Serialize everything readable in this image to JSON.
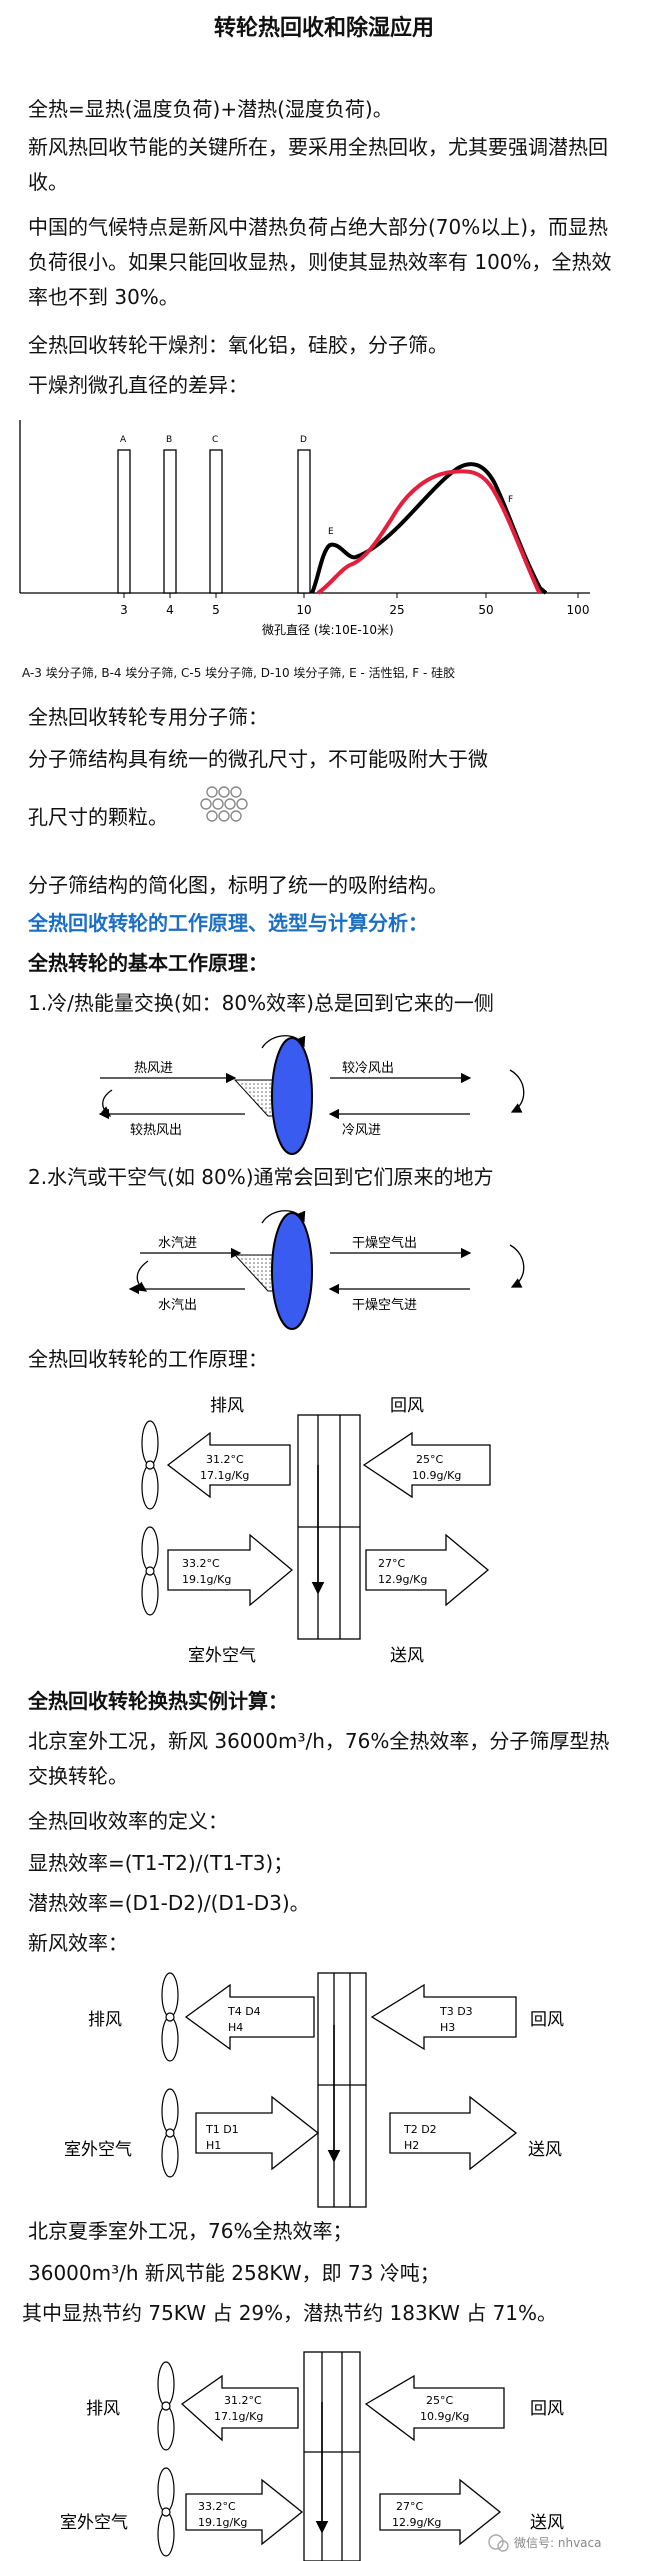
{
  "title": "转轮热回收和除湿应用",
  "paragraphs": {
    "p1": "全热=显热(温度负荷)+潜热(湿度负荷)。",
    "p2": "新风热回收节能的关键所在，要采用全热回收，尤其要强调潜热回收。",
    "p3": "中国的气候特点是新风中潜热负荷占绝大部分(70%以上)，而显热负荷很小。如果只能回收显热，则使其显热效率有 100%，全热效率也不到 30%。",
    "p4": "全热回收转轮干燥剂：氧化铝，硅胶，分子筛。",
    "p5": "干燥剂微孔直径的差异：",
    "p6": "全热回收转轮专用分子筛：",
    "p7a": "分子筛结构具有统一的微孔尺寸，不可能吸附大于微",
    "p7b": "孔尺寸的颗粒。",
    "p8": "分子筛结构的简化图，标明了统一的吸附结构。",
    "h1": "全热回收转轮的工作原理、选型与计算分析：",
    "h2": "全热转轮的基本工作原理：",
    "p9": "1.冷/热能量交换(如：80%效率)总是回到它来的一侧",
    "p10": "2.水汽或干空气(如 80%)通常会回到它们原来的地方",
    "p11": "全热回收转轮的工作原理：",
    "h3": "全热回收转轮换热实例计算：",
    "p12": "北京室外工况，新风 36000m³/h，76%全热效率，分子筛厚型热交换转轮。",
    "p13": "全热回收效率的定义：",
    "p14": "显热效率=(T1-T2)/(T1-T3)；",
    "p15": "潜热效率=(D1-D2)/(D1-D3)。",
    "p16": "新风效率：",
    "p17": "北京夏季室外工况，76%全热效率；",
    "p18": "36000m³/h 新风节能 258KW，即 73 冷吨；",
    "p19": "其中显热节约 75KW 占 29%，潜热节约 183KW 占 71%。"
  },
  "chart": {
    "bar_labels": [
      "A",
      "B",
      "C",
      "D"
    ],
    "curve_labels": [
      "E",
      "F"
    ],
    "ticks": [
      "3",
      "4",
      "5",
      "10",
      "25",
      "50",
      "100"
    ],
    "xlabel": "微孔直径 (埃:10E-10米)",
    "caption": "A-3 埃分子筛, B-4 埃分子筛, C-5 埃分子筛, D-10 埃分子筛, E - 活性铝, F - 硅胶"
  },
  "wheel1": {
    "in_top": "热风进",
    "out_top": "较冷风出",
    "out_bottom": "较热风出",
    "in_bottom": "冷风进"
  },
  "wheel2": {
    "in_top": "水汽进",
    "out_top": "干燥空气出",
    "out_bottom": "水汽出",
    "in_bottom": "干燥空气进"
  },
  "principle": {
    "exhaust": "排风",
    "return": "回风",
    "outdoor": "室外空气",
    "supply": "送风",
    "exhaust_t": "31.2°C",
    "exhaust_h": "17.1g/Kg",
    "return_t": "25°C",
    "return_h": "10.9g/Kg",
    "outdoor_t": "33.2°C",
    "outdoor_h": "19.1g/Kg",
    "supply_t": "27°C",
    "supply_h": "12.9g/Kg"
  },
  "efficiency": {
    "exhaust": "排风",
    "return": "回风",
    "outdoor": "室外空气",
    "supply": "送风",
    "exhaust_a": "T4  D4",
    "exhaust_b": "H4",
    "return_a": "T3  D3",
    "return_b": "H3",
    "outdoor_a": "T1  D1",
    "outdoor_b": "H1",
    "supply_a": "T2  D2",
    "supply_b": "H2"
  },
  "summer": {
    "exhaust": "排风",
    "return": "回风",
    "outdoor": "室外空气",
    "supply": "送风",
    "exhaust_t": "31.2°C",
    "exhaust_h": "17.1g/Kg",
    "return_t": "25°C",
    "return_h": "10.9g/Kg",
    "outdoor_t": "33.2°C",
    "outdoor_h": "19.1g/Kg",
    "supply_t": "27°C",
    "supply_h": "12.9g/Kg"
  },
  "watermark": "微信号: nhvaca"
}
